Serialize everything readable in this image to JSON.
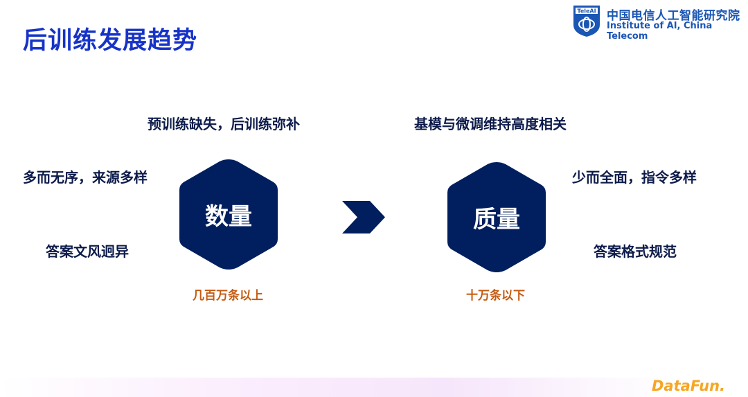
{
  "title": "后训练发展趋势",
  "logo": {
    "badge": "TeleAI",
    "name_cn": "中国电信人工智能研究院",
    "name_en": "Institute of AI, China Telecom"
  },
  "left": {
    "top_label": "预训练缺失，后训练弥补",
    "side_labels": [
      "多而无序，来源多样",
      "答案文风迥异"
    ],
    "hex_label": "数量",
    "scale": "几百万条以上"
  },
  "right": {
    "top_label": "基模与微调维持高度相关",
    "side_labels": [
      "少而全面，指令多样",
      "答案格式规范"
    ],
    "hex_label": "质量",
    "scale": "十万条以下"
  },
  "footer_logo": "DataFun.",
  "colors": {
    "title": "#1633c8",
    "hex": "#011e5e",
    "accent": "#c55a11"
  }
}
